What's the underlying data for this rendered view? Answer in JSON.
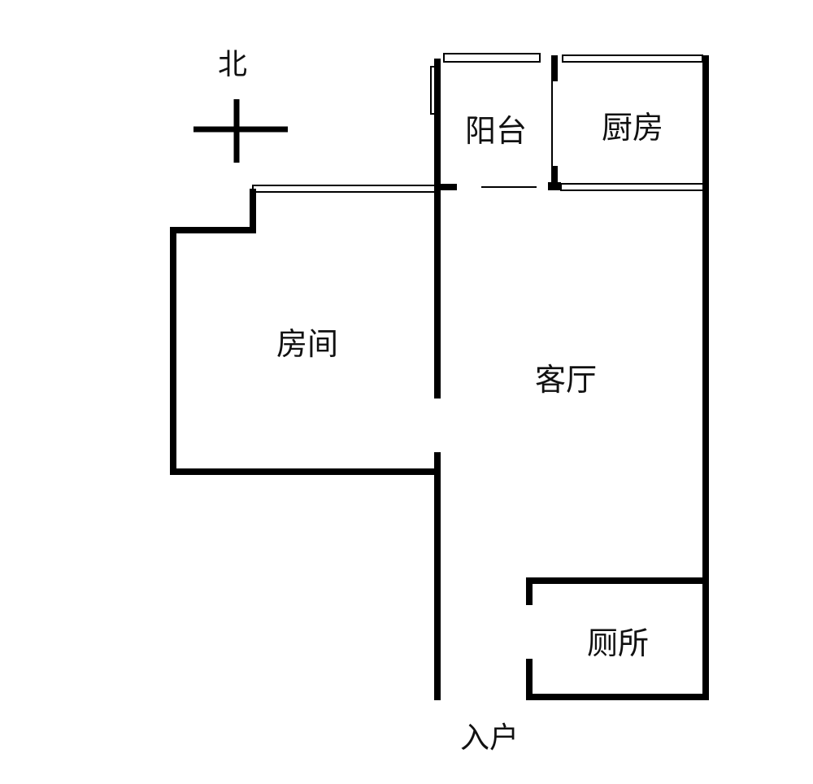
{
  "compass": {
    "north": "北"
  },
  "rooms": {
    "balcony": "阳台",
    "kitchen": "厨房",
    "bedroom": "房间",
    "living_room": "客厅",
    "toilet": "厕所"
  },
  "entrance": "入户",
  "colors": {
    "wall": "#000000",
    "window": "#555555",
    "background": "#ffffff"
  }
}
